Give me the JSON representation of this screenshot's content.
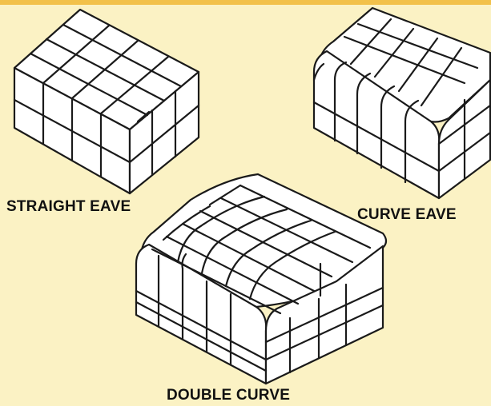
{
  "figure": {
    "background_color": "#fbf2c4",
    "accent_band_color": "#f2c14a",
    "greenhouses": [
      {
        "id": "straight-eave",
        "label": "STRAIGHT EAVE"
      },
      {
        "id": "curve-eave",
        "label": "CURVE EAVE"
      },
      {
        "id": "double-curve",
        "label": "DOUBLE CURVE"
      }
    ]
  }
}
